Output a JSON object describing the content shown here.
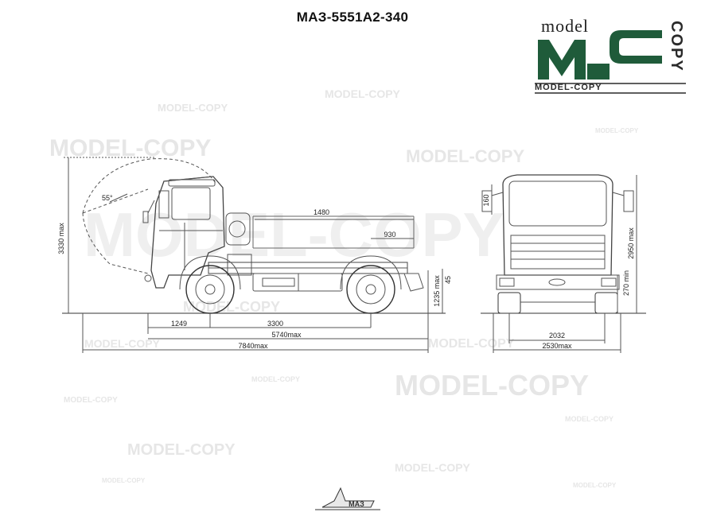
{
  "title": "МАЗ-5551А2-340",
  "logo": {
    "word_model": "model",
    "letters_big": "MC",
    "word_copy": "COPY",
    "bottom_text": "MODEL-COPY",
    "brand_color": "#1f5b3a"
  },
  "watermark_text": "MODEL-COPY",
  "side_view": {
    "dims": {
      "height_max": "3330 max",
      "angle": "55°",
      "platform_length": "1480",
      "platform_rear": "930",
      "front_overhang": "1249",
      "wheelbase": "3300",
      "frame_length": "5740max",
      "overall_length": "7840max",
      "frame_height": "1235 max",
      "rear_offset": "45"
    }
  },
  "front_view": {
    "dims": {
      "cab_top": "160",
      "height": "2950 max",
      "clearance": "270 min",
      "track": "2032",
      "width": "2530max"
    }
  },
  "footer_logo": "МАЗ",
  "line_color": "#555555"
}
